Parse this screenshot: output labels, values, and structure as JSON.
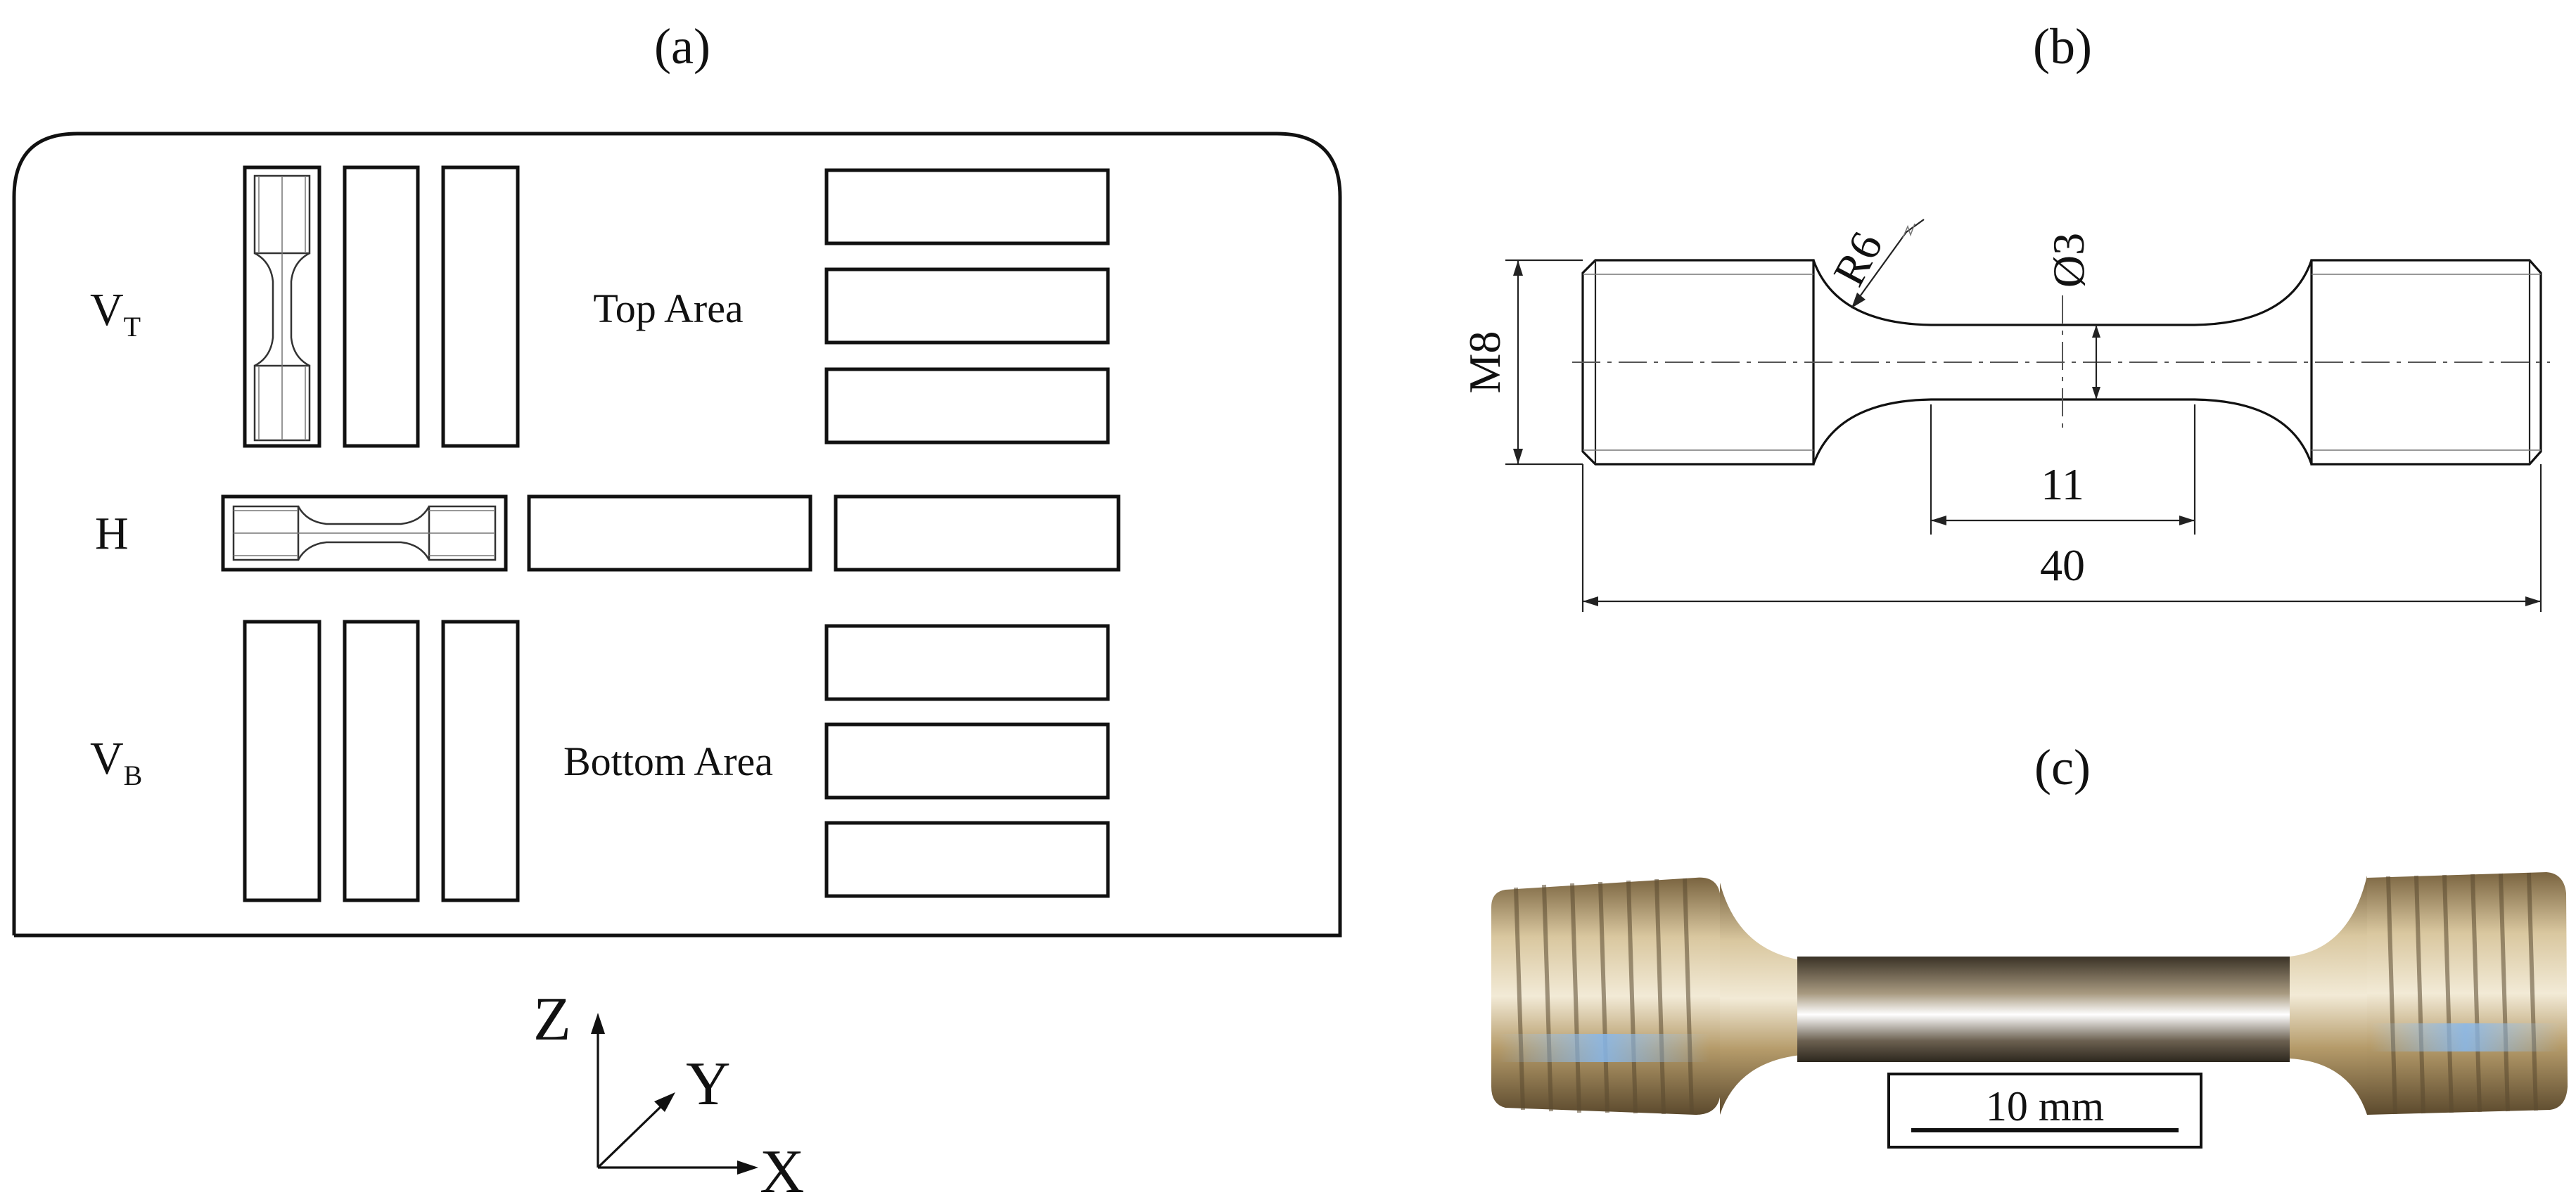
{
  "panels": {
    "a": {
      "label": "(a)",
      "top_area_label": "Top Area",
      "bottom_area_label": "Bottom Area",
      "rows": {
        "vt": {
          "main": "V",
          "sub": "T"
        },
        "h": {
          "main": "H",
          "sub": ""
        },
        "vb": {
          "main": "V",
          "sub": "B"
        }
      },
      "axes": {
        "z": "Z",
        "y": "Y",
        "x": "X"
      }
    },
    "b": {
      "label": "(b)",
      "dimensions": {
        "radius": "R6",
        "diameter": "Ø3",
        "thread": "M8",
        "gauge_length": "11",
        "total_length": "40"
      }
    },
    "c": {
      "label": "(c)",
      "scale_bar": "10 mm"
    }
  },
  "colors": {
    "line": "#111111",
    "metal_light": "#e8dcc0",
    "metal_mid": "#b8a072",
    "metal_dark": "#6e5a3a",
    "reflection_blue": "#7fb0e8"
  }
}
